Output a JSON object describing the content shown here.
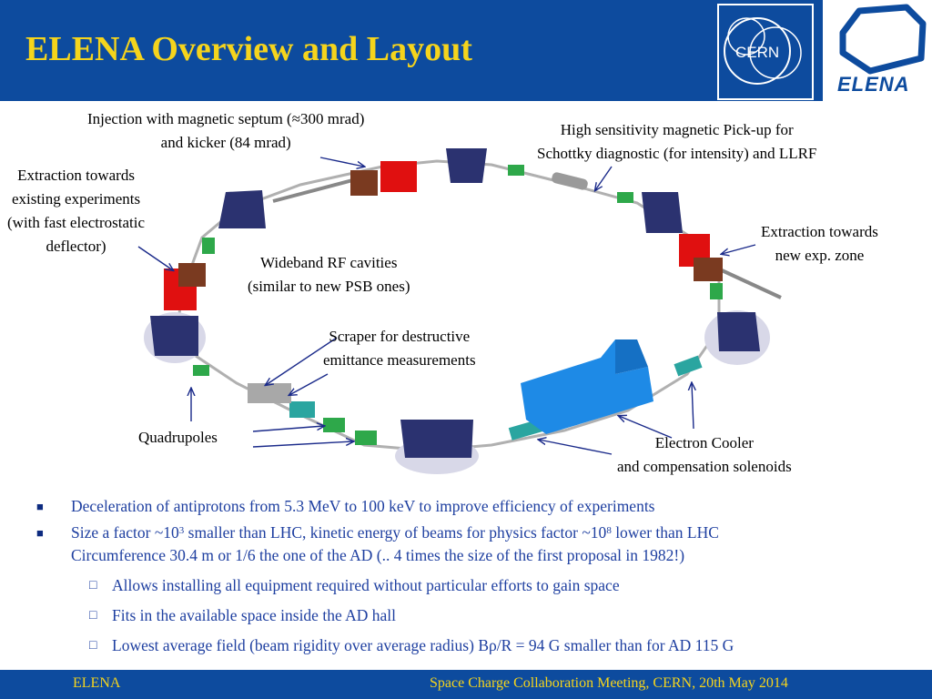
{
  "header": {
    "title": "ELENA Overview and Layout",
    "cern_logo_text": "CERN",
    "elena_logo_text": "ELENA"
  },
  "labels": {
    "injection_1": "Injection with magnetic septum (≈300 mrad)",
    "injection_2": "and kicker (84 mrad)",
    "pickup_1": "High sensitivity magnetic Pick-up for",
    "pickup_2": "Schottky diagnostic (for intensity) and LLRF",
    "extraction_existing_1": "Extraction towards",
    "extraction_existing_2": "existing experiments",
    "extraction_existing_3": "(with fast electrostatic",
    "extraction_existing_4": "deflector)",
    "extraction_new_1": "Extraction towards",
    "extraction_new_2": "new exp. zone",
    "rf_1": "Wideband RF cavities",
    "rf_2": "(similar to new PSB ones)",
    "scraper_1": "Scraper for destructive",
    "scraper_2": "emittance measurements",
    "quadrupoles": "Quadrupoles",
    "cooler_1": "Electron Cooler",
    "cooler_2": "and compensation solenoids"
  },
  "bullets": {
    "b1": "Deceleration of antiprotons from 5.3 MeV to 100 keV to improve efficiency of experiments",
    "b2_a": "Size a factor ~10",
    "b2_sup1": "3",
    "b2_b": " smaller than LHC, kinetic energy of beams for physics factor ~10",
    "b2_sup2": "8",
    "b2_c": " lower than LHC",
    "b2_line2": "Circumference 30.4 m or 1/6 the one of the AD (.. 4 times the size of the first proposal in 1982!)",
    "sub1": "Allows installing all equipment required without particular efforts to gain space",
    "sub2": "Fits in the available space inside the AD hall",
    "sub3_a": "Lowest average field (beam rigidity over average radius) B",
    "sub3_rho": "ρ",
    "sub3_b": "/R = 94 G smaller than for AD 115 G"
  },
  "footer": {
    "left": "ELENA",
    "right": "Space Charge Collaboration Meeting, CERN, 20th May 2014"
  },
  "colors": {
    "header_blue": "#0d4b9e",
    "title_yellow": "#f5d41c",
    "bullet_blue": "#1e3fa0",
    "dipole_navy": "#2b3270",
    "kicker_red": "#e01010",
    "cooler_blue": "#1e8ae6",
    "quad_green": "#2ea84a",
    "solenoid_teal": "#2aa5a0"
  }
}
